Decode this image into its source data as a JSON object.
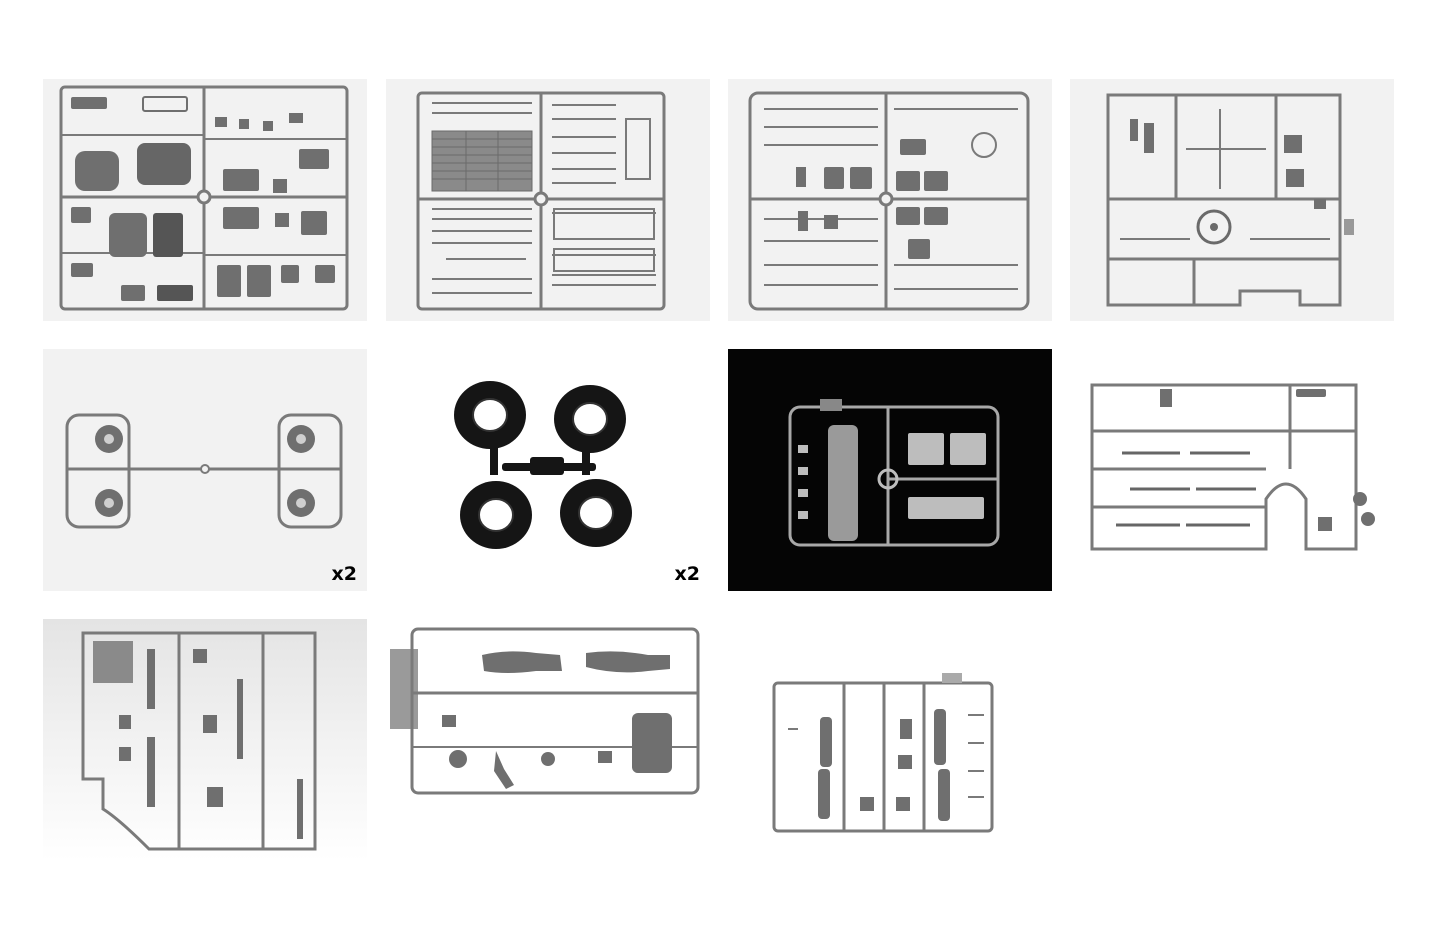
{
  "panels": [
    {
      "id": "sprue-a",
      "background": "#f2f2f2",
      "multiplier": ""
    },
    {
      "id": "sprue-b",
      "background": "#f2f2f2",
      "multiplier": ""
    },
    {
      "id": "sprue-c",
      "background": "#f2f2f2",
      "multiplier": ""
    },
    {
      "id": "sprue-d",
      "background": "#f2f2f2",
      "multiplier": ""
    },
    {
      "id": "sprue-wheels",
      "background": "#f2f2f2",
      "multiplier": "x2"
    },
    {
      "id": "tires",
      "background": "#ffffff",
      "multiplier": "x2"
    },
    {
      "id": "clear-sprue",
      "background": "#050505",
      "multiplier": ""
    },
    {
      "id": "sprue-weapons",
      "background": "#ffffff",
      "multiplier": ""
    },
    {
      "id": "sprue-figures-gear",
      "background": "#e9e9e9",
      "multiplier": ""
    },
    {
      "id": "sprue-figure-1",
      "background": "#ffffff",
      "multiplier": ""
    },
    {
      "id": "sprue-figure-2",
      "background": "#ffffff",
      "multiplier": ""
    }
  ],
  "colors": {
    "plastic_grey": "#7a7a7a",
    "plastic_dark": "#555555",
    "clear_part": "#b8b8b8",
    "tire_black": "#111111"
  }
}
